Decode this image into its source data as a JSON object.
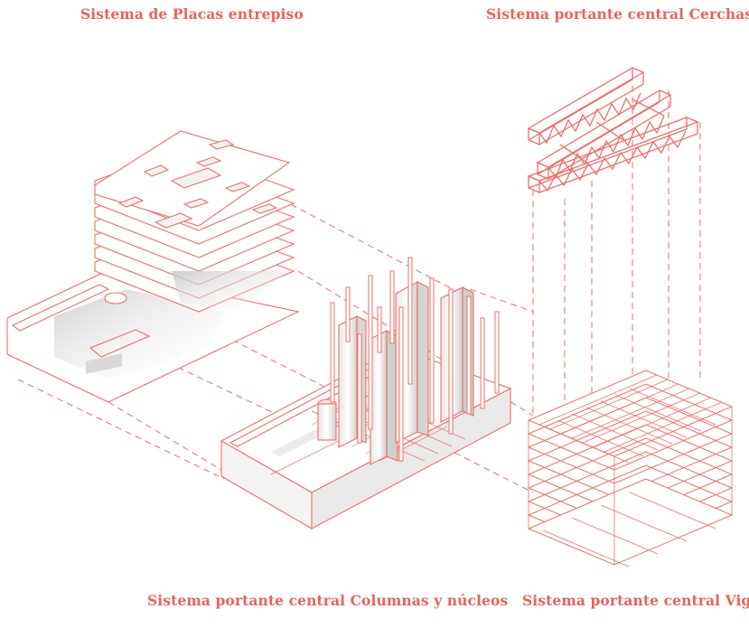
{
  "labels": {
    "placas": "Sistema de Placas entrepiso",
    "cerchas": "Sistema portante central Cerchas",
    "columnas": "Sistema portante central Columnas y núcleos",
    "vigas": "Sistema portante central Vigas"
  },
  "colors": {
    "accent": "#e8635b",
    "line": "#ef6f66",
    "shade": "#d9d9d9"
  }
}
